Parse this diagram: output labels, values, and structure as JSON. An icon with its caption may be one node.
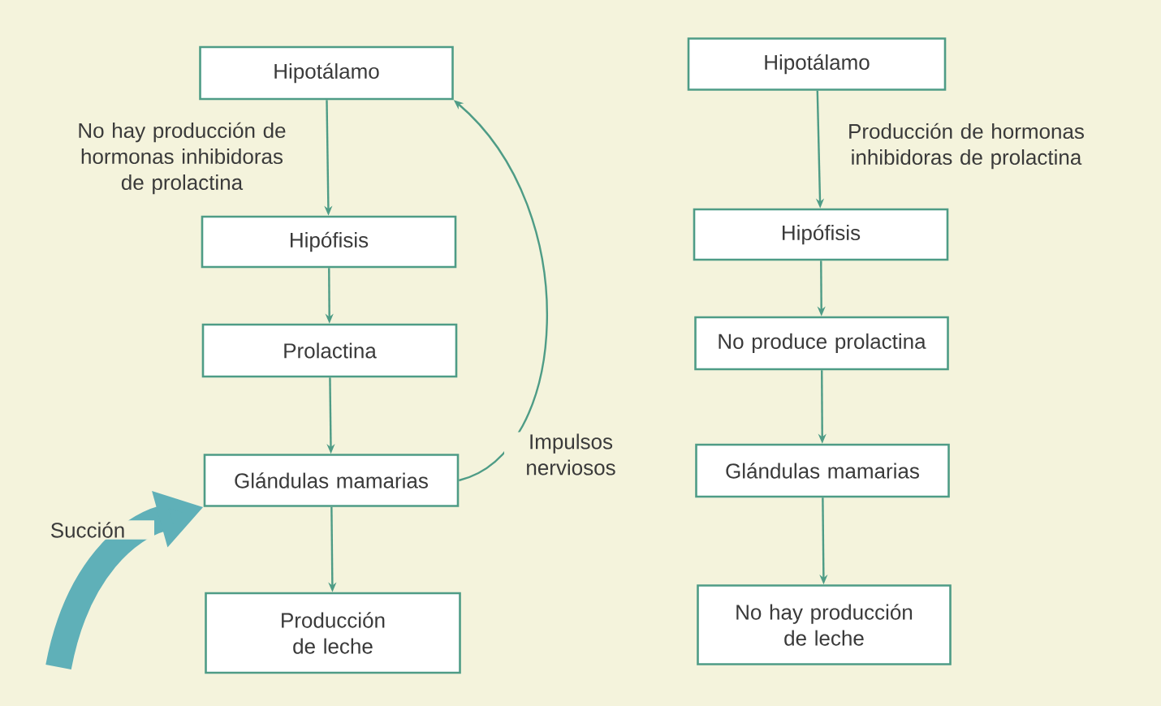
{
  "diagram": {
    "nodes": [
      {
        "text": [
          "Hipotálamo"
        ]
      },
      {
        "text": [
          "Hipófisis"
        ]
      },
      {
        "text": [
          "Prolactina"
        ]
      },
      {
        "text": [
          "Glándulas mamarias"
        ]
      },
      {
        "text": [
          "Producción de leche"
        ]
      },
      {
        "text": [
          "Hipotálamo"
        ]
      },
      {
        "text": [
          "Hipófisis"
        ]
      },
      {
        "text": [
          "No produce prolactina"
        ]
      },
      {
        "text": [
          "Glándulas mamarias"
        ]
      },
      {
        "text": [
          "No hay producción de leche"
        ]
      }
    ],
    "edges": [
      {
        "from": 0,
        "to": 1,
        "arrow": "to",
        "label": "No hay producción de hormonas inhibidoras de prolactina"
      },
      {
        "from": 1,
        "to": 2,
        "arrow": "to"
      },
      {
        "from": 2,
        "to": 3,
        "arrow": "to"
      },
      {
        "from": 3,
        "to": 4,
        "arrow": "to"
      },
      {
        "from": 3,
        "to": 0,
        "arrow": "to",
        "label": "Impulsos nerviosos"
      },
      {
        "from": null,
        "to": 3,
        "arrow": "to",
        "label": "Succión",
        "style": "thick",
        "color": "#5fb0b8"
      },
      {
        "from": 5,
        "to": 6,
        "arrow": "to",
        "label": "Producción de hormonas inhibidoras de prolactina"
      },
      {
        "from": 6,
        "to": 7,
        "arrow": "to"
      },
      {
        "from": 7,
        "to": 8,
        "arrow": "to"
      },
      {
        "from": 8,
        "to": 9,
        "arrow": "to"
      }
    ]
  }
}
